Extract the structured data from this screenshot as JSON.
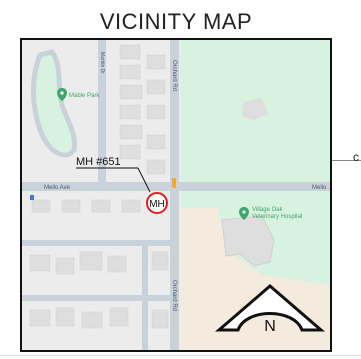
{
  "title": "VICINITY MAP",
  "edge_mark": "c",
  "map": {
    "streets": {
      "horizontal": "Mello Ave",
      "horizontal_right": "Mello",
      "vertical_north": "Orchard Rd",
      "vertical_south": "Orchard Rd",
      "side_street": "Marble Dr"
    },
    "pois": {
      "park": "Mable Park",
      "hospital_line1": "Village Oak",
      "hospital_line2": "Veterinary Hospital"
    },
    "callout": {
      "label": "MH #651",
      "marker_text": "MH"
    },
    "north_arrow": {
      "letter": "N"
    },
    "colors": {
      "residential": "#ececec",
      "building": "#dedede",
      "park": "#d8f2e2",
      "sand": "#f4eadd",
      "road": "#c9d2da",
      "road_text": "#4a5a6a",
      "poi_green": "#3fa66a",
      "marker_red": "#e02020"
    }
  }
}
